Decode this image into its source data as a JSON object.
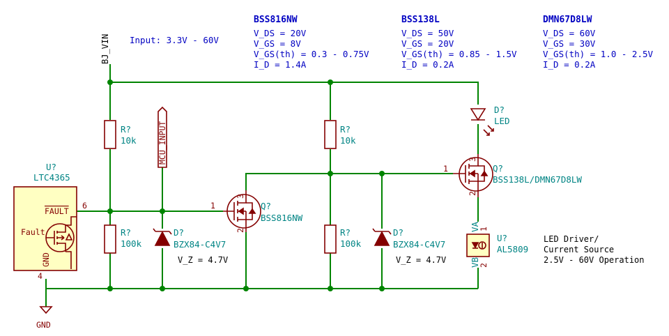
{
  "notes": {
    "input": "Input: 3.3V - 60V",
    "led_driver": [
      "LED Driver/",
      "Current Source",
      "2.5V - 60V Operation"
    ]
  },
  "specs": [
    {
      "title": "BSS816NW",
      "lines": [
        "V_DS = 20V",
        "V_GS = 8V",
        "V_GS(th) = 0.3 - 0.75V",
        "I_D = 1.4A"
      ]
    },
    {
      "title": "BSS138L",
      "lines": [
        "V_DS = 50V",
        "V_GS = 20V",
        "V_GS(th) = 0.85 - 1.5V",
        "I_D = 0.2A"
      ]
    },
    {
      "title": "DMN67D8LW",
      "lines": [
        "V_DS = 60V",
        "V_GS = 30V",
        "V_GS(th) = 1.0 - 2.5V",
        "I_D = 0.2A"
      ]
    }
  ],
  "nets": {
    "bj_vin": "BJ_VIN",
    "mcu_input": "MCU_INPUT",
    "gnd": "GND"
  },
  "components": {
    "u_ltc": {
      "ref": "U?",
      "value": "LTC4365",
      "pin_fault_bar": "FAULT",
      "pin_fault": "Fault",
      "pin_gnd": "GND",
      "pin_num_fault": "6",
      "pin_num_gnd": "4"
    },
    "r1": {
      "ref": "R?",
      "value": "10k"
    },
    "r2": {
      "ref": "R?",
      "value": "100k"
    },
    "d1": {
      "ref": "D?",
      "value": "BZX84-C4V7",
      "note": "V_Z = 4.7V"
    },
    "q1": {
      "ref": "Q?",
      "value": "BSS816NW",
      "pin1": "1",
      "pin2": "2",
      "pin3": "3"
    },
    "r3": {
      "ref": "R?",
      "value": "10k"
    },
    "r4": {
      "ref": "R?",
      "value": "100k"
    },
    "d2": {
      "ref": "D?",
      "value": "BZX84-C4V7",
      "note": "V_Z = 4.7V"
    },
    "led": {
      "ref": "D?",
      "value": "LED"
    },
    "q2": {
      "ref": "Q?",
      "value": "BSS138L/DMN67D8LW",
      "pin1": "1",
      "pin2": "2",
      "pin3": "3"
    },
    "u_al": {
      "ref": "U?",
      "value": "AL5809",
      "pin_va": "VA",
      "pin_vb": "VB",
      "pin1": "1",
      "pin2": "2"
    }
  },
  "colors": {
    "wire": "#008400",
    "symbol": "#840000",
    "text_blue": "#0000c2",
    "text_teal": "#008484",
    "symbol_fill": "#ffffc2"
  }
}
